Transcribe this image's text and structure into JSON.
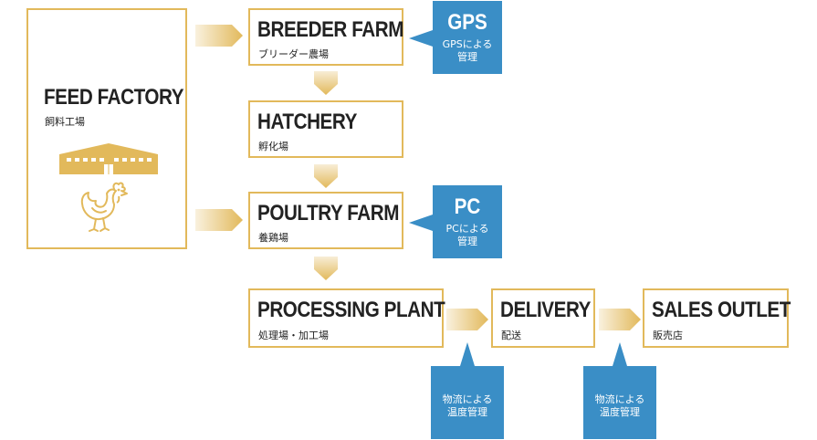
{
  "colors": {
    "accent": "#e2b95b",
    "callout": "#3a8ec6",
    "text": "#222222"
  },
  "feed_factory": {
    "title": "FEED FACTORY",
    "subtitle": "飼料工場",
    "icons": [
      "factory-icon",
      "chicken-icon"
    ]
  },
  "breeder_farm": {
    "title": "BREEDER FARM",
    "subtitle": "ブリーダー農場"
  },
  "hatchery": {
    "title": "HATCHERY",
    "subtitle": "孵化場"
  },
  "poultry_farm": {
    "title": "POULTRY FARM",
    "subtitle": "養鶏場"
  },
  "processing_plant": {
    "title": "PROCESSING PLANT",
    "subtitle": "処理場・加工場"
  },
  "delivery": {
    "title": "DELIVERY",
    "subtitle": "配送"
  },
  "sales_outlet": {
    "title": "SALES OUTLET",
    "subtitle": "販売店"
  },
  "callouts": {
    "gps": {
      "title": "GPS",
      "line1": "GPSによる",
      "line2": "管理"
    },
    "pc": {
      "title": "PC",
      "line1": "PCによる",
      "line2": "管理"
    },
    "logistics_1": {
      "line1": "物流による",
      "line2": "温度管理"
    },
    "logistics_2": {
      "line1": "物流による",
      "line2": "温度管理"
    }
  }
}
